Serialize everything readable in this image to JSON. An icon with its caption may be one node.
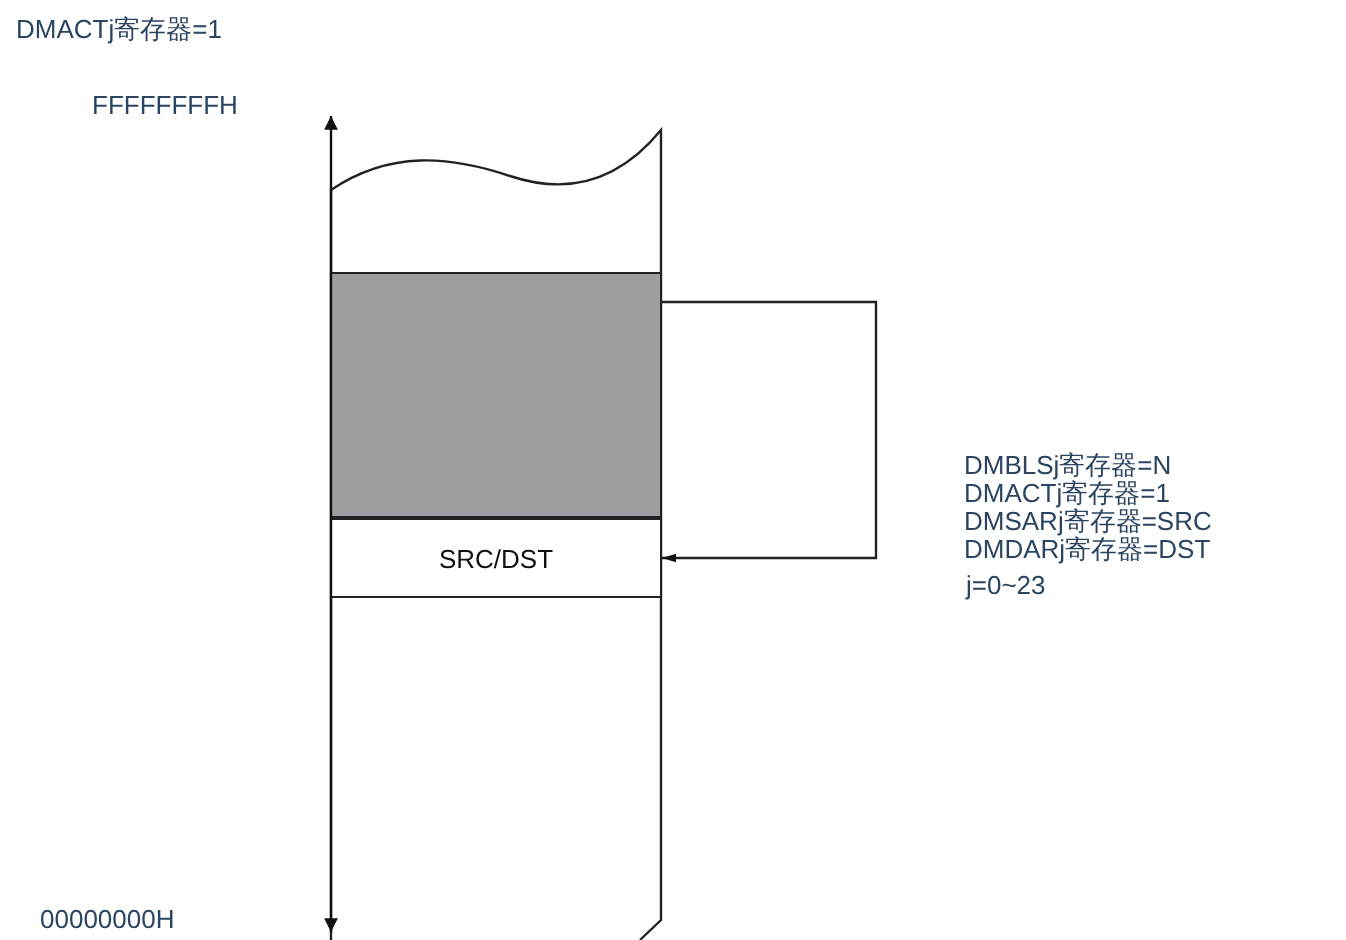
{
  "diagram": {
    "nodes": [
      {
        "text": [],
        "shape": "box"
      },
      {
        "text": [],
        "shape": "box",
        "in": 0
      },
      {
        "text": [
          "SRC/DST"
        ],
        "in": 0
      }
    ],
    "edges": [
      {
        "from": 1,
        "to": 2,
        "arrow": "to"
      }
    ],
    "labels": [
      "DMACTj寄存器=1",
      "FFFFFFFFH",
      "DMBLSj寄存器=N",
      "DMACTj寄存器=1",
      "DMSARj寄存器=SRC",
      "DMDARj寄存器=DST",
      "j=0~23",
      "00000000H"
    ]
  }
}
